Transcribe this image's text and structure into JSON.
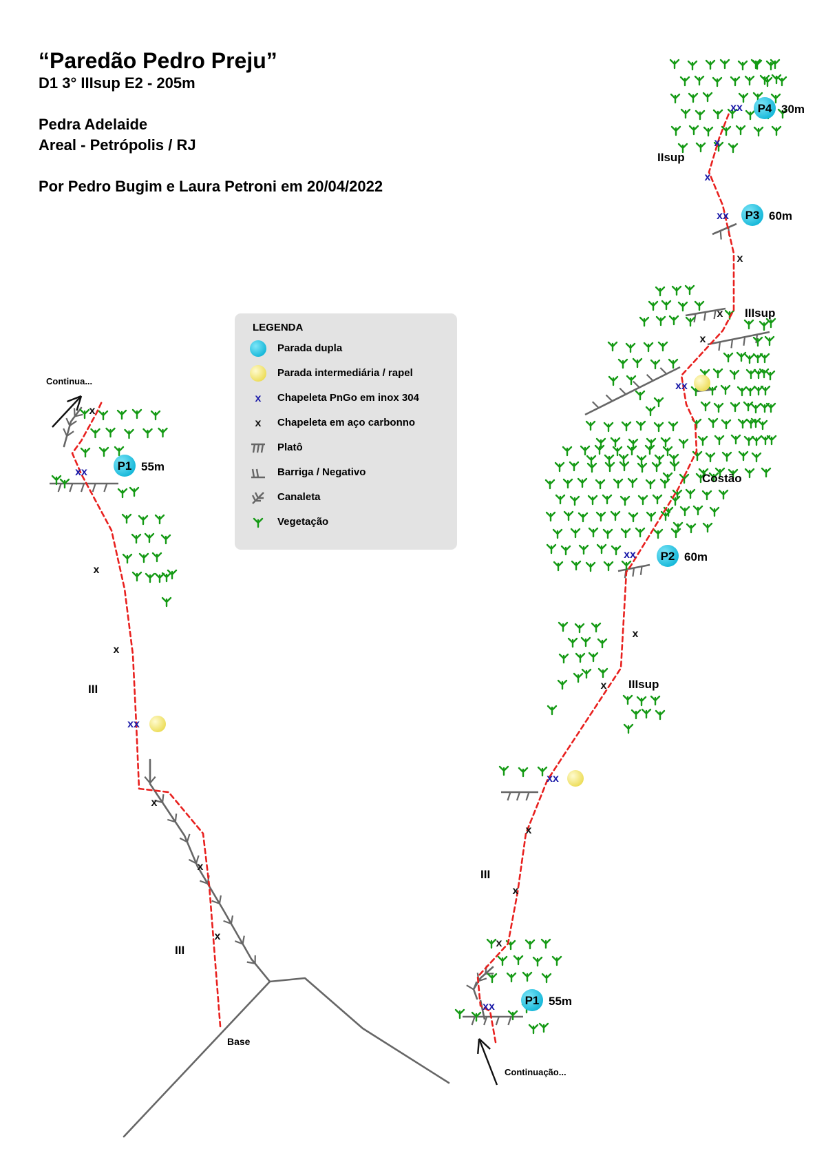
{
  "header": {
    "title": "“Paredão Pedro Preju”",
    "grade": "D1 3° IIIsup E2 - 205m",
    "location": "Pedra Adelaide",
    "region": "Areal - Petrópolis / RJ",
    "credits": "Por Pedro Bugim e Laura Petroni em 20/04/2022"
  },
  "legend": {
    "title": "LEGENDA",
    "items": [
      {
        "key": "double_belay",
        "label": "Parada dupla"
      },
      {
        "key": "intermediate",
        "label": "Parada intermediária / rapel"
      },
      {
        "key": "inox_bolt",
        "label": "Chapeleta PnGo em inox 304"
      },
      {
        "key": "carbon_bolt",
        "label": "Chapeleta em aço carbonno"
      },
      {
        "key": "plato",
        "label": "Platô"
      },
      {
        "key": "overhang",
        "label": "Barriga / Negativo"
      },
      {
        "key": "gully",
        "label": "Canaleta"
      },
      {
        "key": "vegetation",
        "label": "Vegetação"
      }
    ]
  },
  "colors": {
    "route": "#e8201e",
    "rock": "#666666",
    "inox": "#1b1ba8",
    "carbon": "#111111",
    "vegetation": "#159a15",
    "belay": "#22c8e6",
    "intermediate": "#f2e670",
    "legend_bg": "#e3e3e3"
  },
  "topo": {
    "base_label": "Base",
    "continue_left": "Continua...",
    "continue_right": "Continuação...",
    "bolt_glyph": "x",
    "double_bolt_glyph": "xx",
    "icons": {
      "vegetation": "vegetation-icon",
      "double_belay": "belay-circle-icon",
      "intermediate": "intermediate-circle-icon",
      "gully": "gully-icon",
      "plato": "plato-icon",
      "overhang": "overhang-icon",
      "arrow": "arrow-icon"
    },
    "belays": [
      {
        "id": "P1",
        "length": "55m",
        "side": "left"
      },
      {
        "id": "P1",
        "length": "55m",
        "side": "right"
      },
      {
        "id": "P2",
        "length": "60m",
        "side": "right"
      },
      {
        "id": "P3",
        "length": "60m",
        "side": "right"
      },
      {
        "id": "P4",
        "length": "30m",
        "side": "right"
      }
    ],
    "grades": [
      {
        "text": "III",
        "side": "left"
      },
      {
        "text": "III",
        "side": "left"
      },
      {
        "text": "III",
        "side": "right"
      },
      {
        "text": "IIIsup",
        "side": "right"
      },
      {
        "text": "IIIsup",
        "side": "right"
      },
      {
        "text": "IIsup",
        "side": "right"
      }
    ],
    "terrain_labels": [
      "Costão"
    ]
  }
}
